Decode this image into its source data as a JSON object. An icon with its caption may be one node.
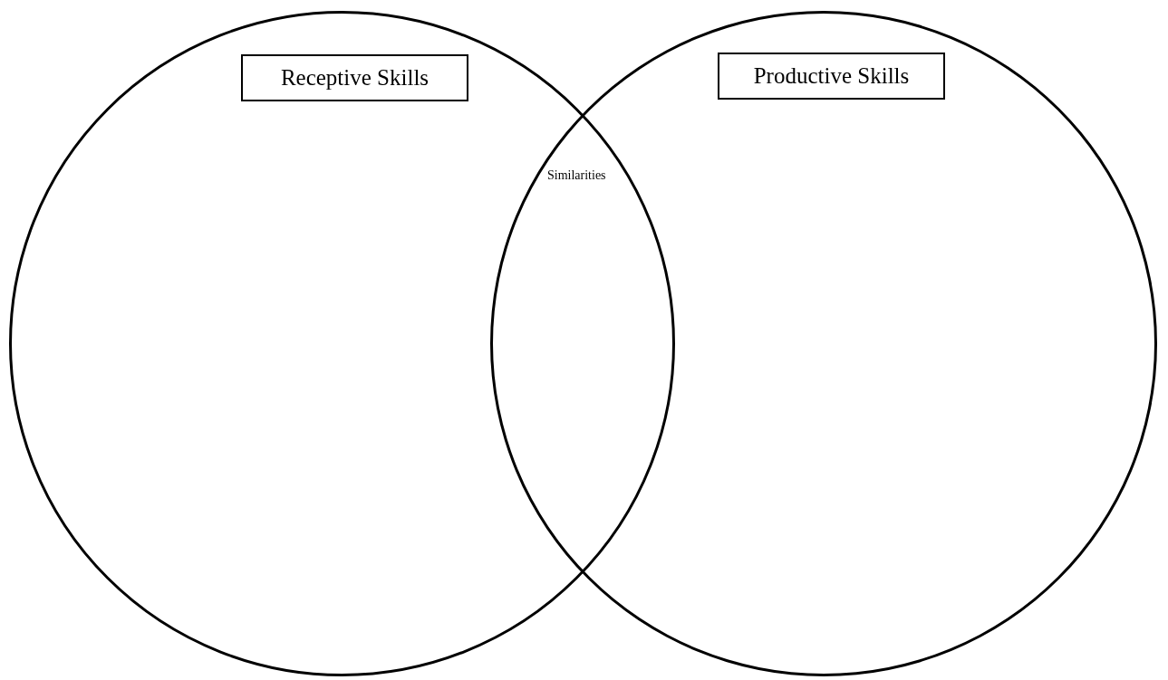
{
  "diagram": {
    "nodes": [
      {
        "text": [],
        "shape": "circle"
      },
      {
        "text": [
          "Receptive Skills"
        ],
        "in": 0
      },
      {
        "text": [],
        "shape": "circle"
      },
      {
        "text": [
          "Productive Skills"
        ],
        "in": 2
      }
    ],
    "labels": [
      "Similarities"
    ]
  }
}
